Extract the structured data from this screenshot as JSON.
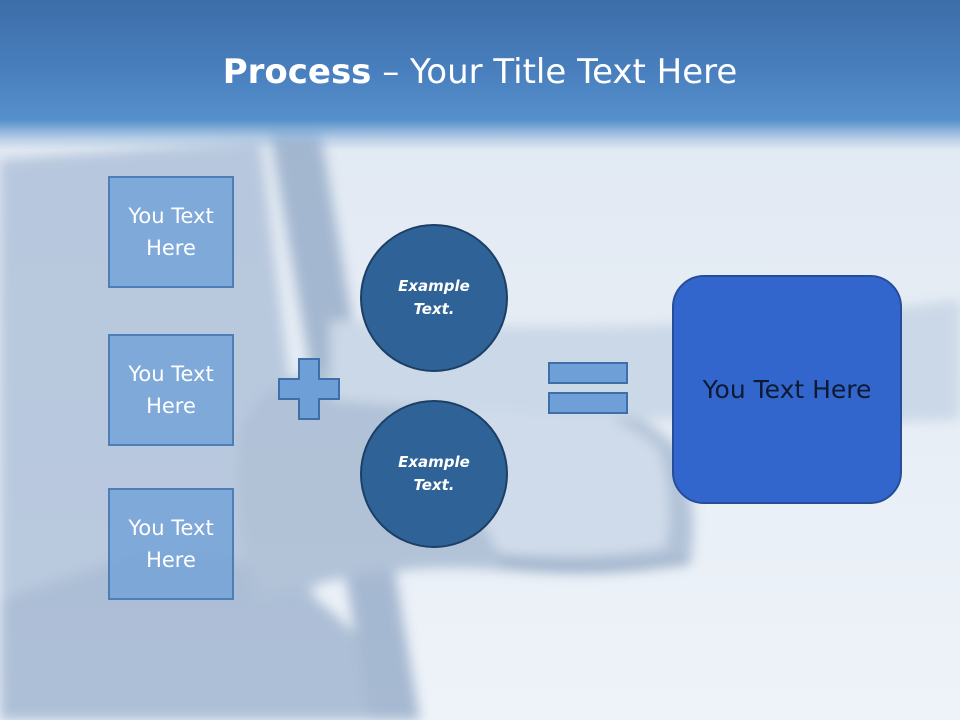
{
  "title": {
    "bold": "Process",
    "rest": " – Your Title Text Here"
  },
  "inputs": [
    {
      "label": "You Text Here"
    },
    {
      "label": "You Text Here"
    },
    {
      "label": "You Text Here"
    }
  ],
  "plus_icon": "plus-icon",
  "circles": [
    {
      "label": "Example Text."
    },
    {
      "label": "Example Text."
    }
  ],
  "equals_icon": "equals-icon",
  "result": {
    "label": "You Text Here"
  },
  "colors": {
    "title_bar": "#4a80bf",
    "input_box": "#6ea0d7",
    "circle": "#2f6297",
    "result_box": "#3366cc"
  }
}
